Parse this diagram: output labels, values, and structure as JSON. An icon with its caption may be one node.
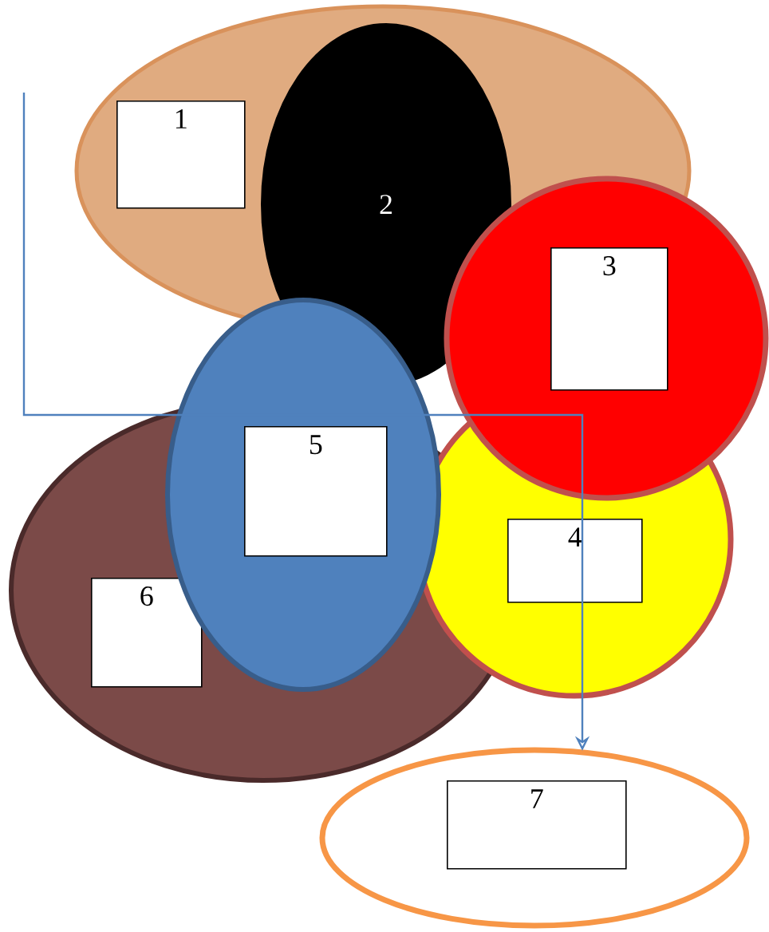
{
  "diagram": {
    "nodes": [
      {
        "text": [],
        "shape": "ellipse"
      },
      {
        "text": [
          "1"
        ],
        "in": 0
      },
      {
        "text": [
          "2"
        ]
      },
      {
        "text": [],
        "shape": "circle"
      },
      {
        "text": [
          "3"
        ],
        "in": 3
      },
      {
        "text": [],
        "shape": "circle"
      },
      {
        "text": [
          "4"
        ],
        "in": 5
      },
      {
        "text": [],
        "shape": "ellipse"
      },
      {
        "text": [
          "5"
        ]
      },
      {
        "text": [],
        "shape": "ellipse"
      },
      {
        "text": [
          "6"
        ],
        "in": 9
      },
      {
        "text": [],
        "shape": "ellipse"
      },
      {
        "text": [
          "7"
        ],
        "in": 11
      }
    ],
    "edges": [
      {
        "from": null,
        "to": 11,
        "arrow": "to"
      }
    ]
  }
}
